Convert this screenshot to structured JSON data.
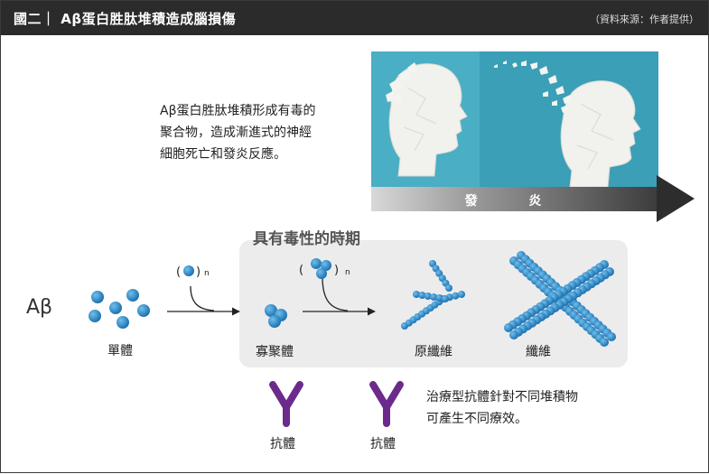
{
  "header": {
    "title": "國二｜ Aβ蛋白胜肽堆積造成腦損傷",
    "source": "（資料來源：作者提供）"
  },
  "intro": {
    "line1": "Aβ蛋白胜肽堆積形成有毒的",
    "line2": "聚合物，造成漸進式的神經",
    "line3": "細胞死亡和發炎反應。"
  },
  "inflammation": {
    "label": "發 炎"
  },
  "toxic_period": {
    "title": "具有毒性的時期"
  },
  "species": {
    "abeta": "Aβ",
    "monomer": "單體",
    "oligomer": "寡聚體",
    "protofibril": "原纖維",
    "fibril": "纖維",
    "sub_n": "n"
  },
  "antibody": {
    "label1": "抗體",
    "label2": "抗體"
  },
  "note": {
    "line1": "治療型抗體針對不同堆積物",
    "line2": "可產生不同療效。"
  },
  "colors": {
    "bead": "#2b86c5",
    "antibody": "#6b2a8c",
    "photo_bg": "#3ea6bd",
    "header_bg": "#2b2b2b"
  }
}
